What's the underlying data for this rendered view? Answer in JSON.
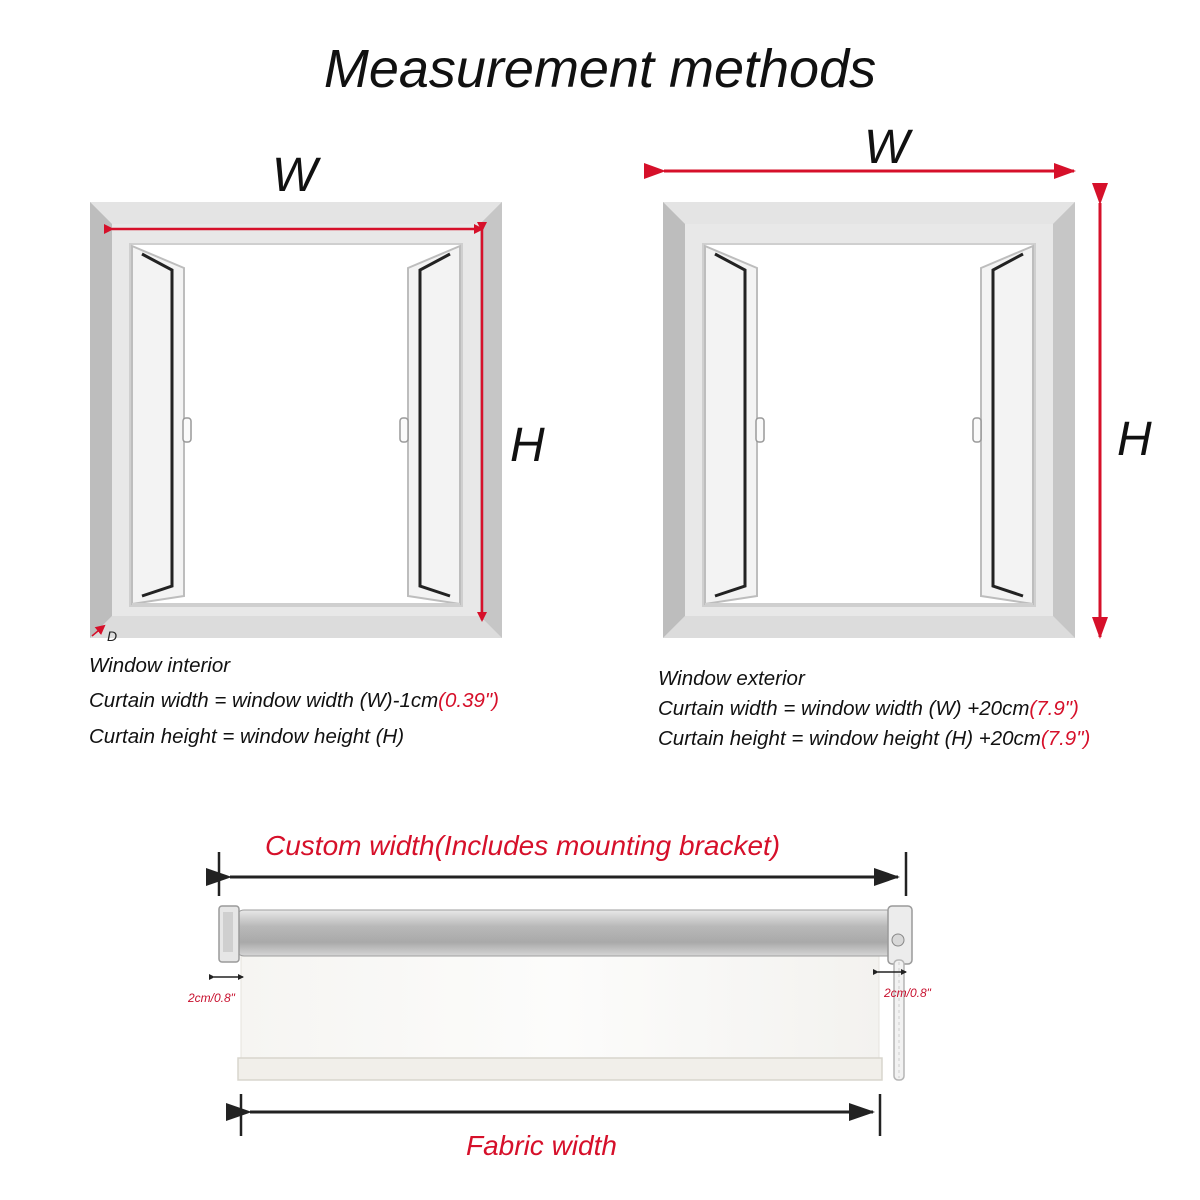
{
  "title": "Measurement methods",
  "interior": {
    "w_label": "W",
    "h_label": "H",
    "d_label": "D",
    "heading": "Window interior",
    "width_formula": "Curtain width = window width (W)-1cm",
    "width_value": "(0.39\")",
    "height_formula": "Curtain height = window height (H)"
  },
  "exterior": {
    "w_label": "W",
    "h_label": "H",
    "heading": "Window exterior",
    "width_formula": "Curtain width = window width (W) +20cm",
    "width_value": "(7.9\")",
    "height_formula": "Curtain height = window height (H) +20cm",
    "height_value": "(7.9\")"
  },
  "blind": {
    "custom_width_label": "Custom width(Includes mounting bracket)",
    "fabric_width_label": "Fabric width",
    "left_gap": "2cm/0.8\"",
    "right_gap": "2cm/0.8\""
  },
  "colors": {
    "accent_red": "#d6102a",
    "frame_gray": "#cfcfcf",
    "text": "#111111"
  }
}
